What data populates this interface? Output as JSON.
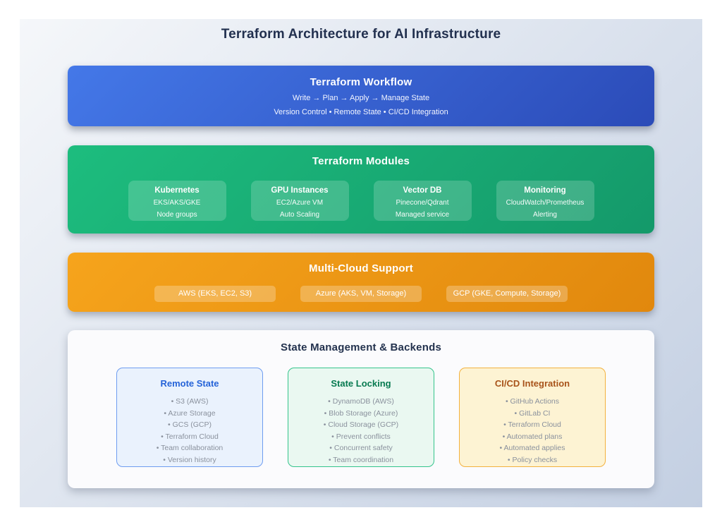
{
  "page": {
    "title": "Terraform Architecture for AI Infrastructure"
  },
  "colors": {
    "workflow_gradient_start": "#4478e8",
    "workflow_gradient_end": "#2b4bb8",
    "modules_gradient_start": "#1dbd7e",
    "modules_gradient_end": "#14996a",
    "multicloud_gradient_start": "#f6a41c",
    "multicloud_gradient_end": "#e1880d",
    "remote_state_accent": "#2563d8",
    "state_locking_accent": "#077a50",
    "cicd_accent": "#a8531a",
    "canvas_gradient_start": "#f5f7fa",
    "canvas_gradient_end": "#c3cfe2",
    "title_color": "#22304f"
  },
  "workflow": {
    "title": "Terraform Workflow",
    "steps": "Write → Plan → Apply → Manage State",
    "features": "Version Control • Remote State • CI/CD Integration"
  },
  "modules": {
    "title": "Terraform Modules",
    "cards": [
      {
        "title": "Kubernetes",
        "line1": "EKS/AKS/GKE",
        "line2": "Node groups"
      },
      {
        "title": "GPU Instances",
        "line1": "EC2/Azure VM",
        "line2": "Auto Scaling"
      },
      {
        "title": "Vector DB",
        "line1": "Pinecone/Qdrant",
        "line2": "Managed service"
      },
      {
        "title": "Monitoring",
        "line1": "CloudWatch/Prometheus",
        "line2": "Alerting"
      }
    ]
  },
  "multicloud": {
    "title": "Multi-Cloud Support",
    "pills": [
      "AWS (EKS, EC2, S3)",
      "Azure (AKS, VM, Storage)",
      "GCP (GKE, Compute, Storage)"
    ]
  },
  "state": {
    "title": "State Management & Backends",
    "cards": [
      {
        "title": "Remote State",
        "items": [
          "• S3 (AWS)",
          "• Azure Storage",
          "• GCS (GCP)",
          "• Terraform Cloud",
          "• Team collaboration",
          "• Version history"
        ]
      },
      {
        "title": "State Locking",
        "items": [
          "• DynamoDB (AWS)",
          "• Blob Storage (Azure)",
          "• Cloud Storage (GCP)",
          "• Prevent conflicts",
          "• Concurrent safety",
          "• Team coordination"
        ]
      },
      {
        "title": "CI/CD Integration",
        "items": [
          "• GitHub Actions",
          "• GitLab CI",
          "• Terraform Cloud",
          "• Automated plans",
          "• Automated applies",
          "• Policy checks"
        ]
      }
    ]
  }
}
